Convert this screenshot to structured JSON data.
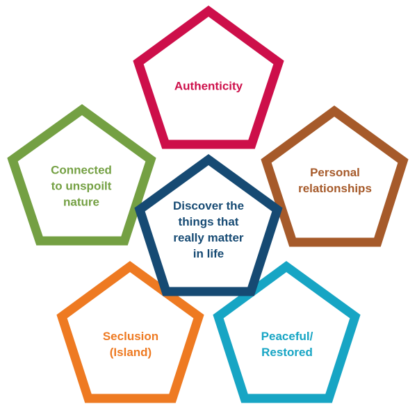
{
  "diagram": {
    "center": {
      "label": "Discover the\nthings that\nreally matter\nin life",
      "color": "#164a73"
    },
    "petals": [
      {
        "id": "authenticity",
        "label": "Authenticity",
        "color": "#cd0f4a"
      },
      {
        "id": "personal-relationships",
        "label": "Personal\nrelationships",
        "color": "#a65a2a"
      },
      {
        "id": "peaceful-restored",
        "label": "Peaceful/\nRestored",
        "color": "#17a5c4"
      },
      {
        "id": "seclusion-island",
        "label": "Seclusion\n(Island)",
        "color": "#ee7a22"
      },
      {
        "id": "connected-nature",
        "label": "Connected\nto unspoilt\nnature",
        "color": "#74a043"
      }
    ]
  }
}
